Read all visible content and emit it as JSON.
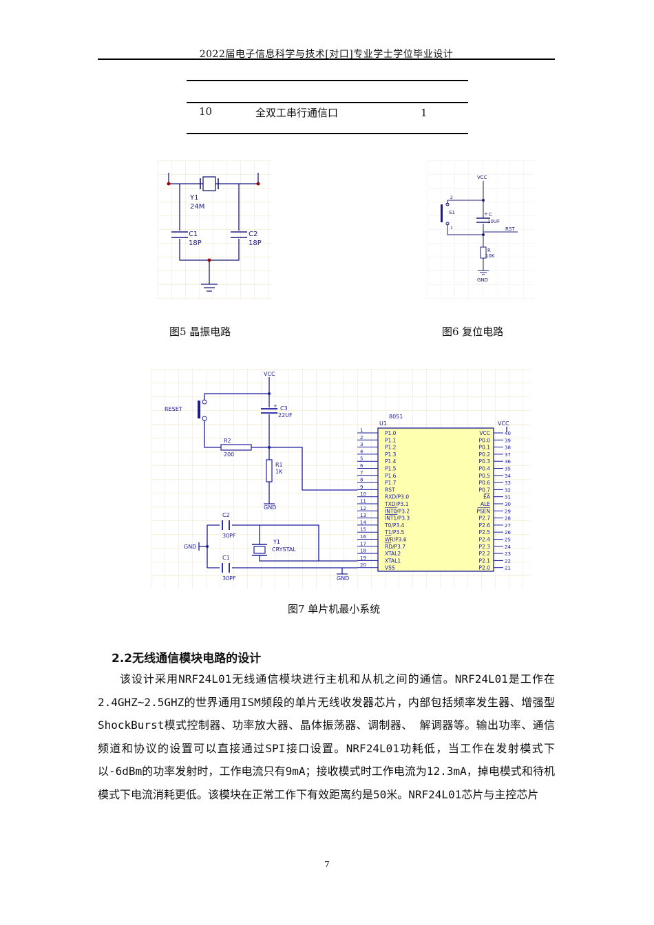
{
  "header": {
    "title": "2022届电子信息科学与技术[对口]专业学士学位毕业设计"
  },
  "table": {
    "row": {
      "index": "10",
      "name": "全双工串行通信口",
      "count": "1"
    }
  },
  "figures": {
    "fig5": {
      "caption": "图5  晶振电路",
      "labels": {
        "y1": "Y1",
        "y1_val": "24M",
        "c1": "C1",
        "c1_val": "18P",
        "c2": "C2",
        "c2_val": "18P"
      }
    },
    "fig6": {
      "caption": "图6  复位电路",
      "labels": {
        "vcc": "VCC",
        "s1": "S1",
        "pin2": "2",
        "pin1": "1",
        "c": "C",
        "c_val": "10UF",
        "rst": "RST",
        "r": "R",
        "r_val": "10K",
        "gnd": "GND",
        "plus": "+"
      }
    },
    "fig7": {
      "caption": "图7  单片机最小系统",
      "labels": {
        "vcc_top": "VCC",
        "reset": "RESET",
        "c3": "C3",
        "c3_val": "22UF",
        "plus": "+",
        "r2": "R2",
        "r2_val": "200",
        "r1": "R1",
        "r1_val": "1K",
        "gnd_r": "GND",
        "c2": "C2",
        "c2_val": "30PF",
        "y1": "Y1",
        "y1_val": "CRYSTAL",
        "gnd_left": "GND",
        "c1": "C1",
        "c1_val": "30PF",
        "chip": "8051",
        "u1": "U1",
        "vcc_right": "VCC",
        "gnd_bottom": "GND"
      },
      "left_pins": [
        {
          "num": "1",
          "name": "P1.0"
        },
        {
          "num": "2",
          "name": "P1.1"
        },
        {
          "num": "3",
          "name": "P1.2"
        },
        {
          "num": "4",
          "name": "P1.3"
        },
        {
          "num": "5",
          "name": "P1.4"
        },
        {
          "num": "6",
          "name": "P1.5"
        },
        {
          "num": "7",
          "name": "P1.6"
        },
        {
          "num": "8",
          "name": "P1.7"
        },
        {
          "num": "9",
          "name": "RST"
        },
        {
          "num": "10",
          "name": "RXD/P3.0"
        },
        {
          "num": "11",
          "name": "TXD/P3.1"
        },
        {
          "num": "12",
          "name": "INT0/P3.2"
        },
        {
          "num": "13",
          "name": "INT1/P3.3"
        },
        {
          "num": "14",
          "name": "T0/P3.4"
        },
        {
          "num": "15",
          "name": "T1/P3.5"
        },
        {
          "num": "16",
          "name": "WR/P3.6"
        },
        {
          "num": "17",
          "name": "RD/P3.7"
        },
        {
          "num": "18",
          "name": "XTAL2"
        },
        {
          "num": "19",
          "name": "XTAL1"
        },
        {
          "num": "20",
          "name": "VSS"
        }
      ],
      "right_pins": [
        {
          "num": "40",
          "name": "VCC"
        },
        {
          "num": "39",
          "name": "P0.0"
        },
        {
          "num": "38",
          "name": "P0.1"
        },
        {
          "num": "37",
          "name": "P0.2"
        },
        {
          "num": "36",
          "name": "P0.3"
        },
        {
          "num": "35",
          "name": "P0.4"
        },
        {
          "num": "34",
          "name": "P0.5"
        },
        {
          "num": "33",
          "name": "P0.6"
        },
        {
          "num": "32",
          "name": "P0.7"
        },
        {
          "num": "31",
          "name": "EA"
        },
        {
          "num": "30",
          "name": "ALE"
        },
        {
          "num": "29",
          "name": "PSEN"
        },
        {
          "num": "28",
          "name": "P2.7"
        },
        {
          "num": "27",
          "name": "P2.6"
        },
        {
          "num": "26",
          "name": "P2.5"
        },
        {
          "num": "25",
          "name": "P2.4"
        },
        {
          "num": "24",
          "name": "P2.3"
        },
        {
          "num": "23",
          "name": "P2.2"
        },
        {
          "num": "22",
          "name": "P2.1"
        },
        {
          "num": "21",
          "name": "P2.0"
        }
      ]
    }
  },
  "section": {
    "title": "2.2无线通信模块电路的设计",
    "paragraph": "该设计采用NRF24L01无线通信模块进行主机和从机之间的通信。NRF24L01是工作在2.4GHZ~2.5GHZ的世界通用ISM频段的单片无线收发器芯片，内部包括频率发生器、增强型ShockBurst模式控制器、功率放大器、晶体振荡器、调制器、 解调器等。输出功率、通信频道和协议的设置可以直接通过SPI接口设置。NRF24L01功耗低，当工作在发射模式下以-6dBm的功率发射时，工作电流只有9mA；接收模式时工作电流为12.3mA，掉电模式和待机模式下电流消耗更低。该模块在正常工作下有效距离约是50米。NRF24L01芯片与主控芯片"
  },
  "page_number": "7",
  "colors": {
    "grid": "#efe4b8",
    "wire": "#1a1a9a",
    "wire_dark": "#1b1b7a",
    "junction": "#a00000",
    "chip_fill": "#ffffb0"
  }
}
